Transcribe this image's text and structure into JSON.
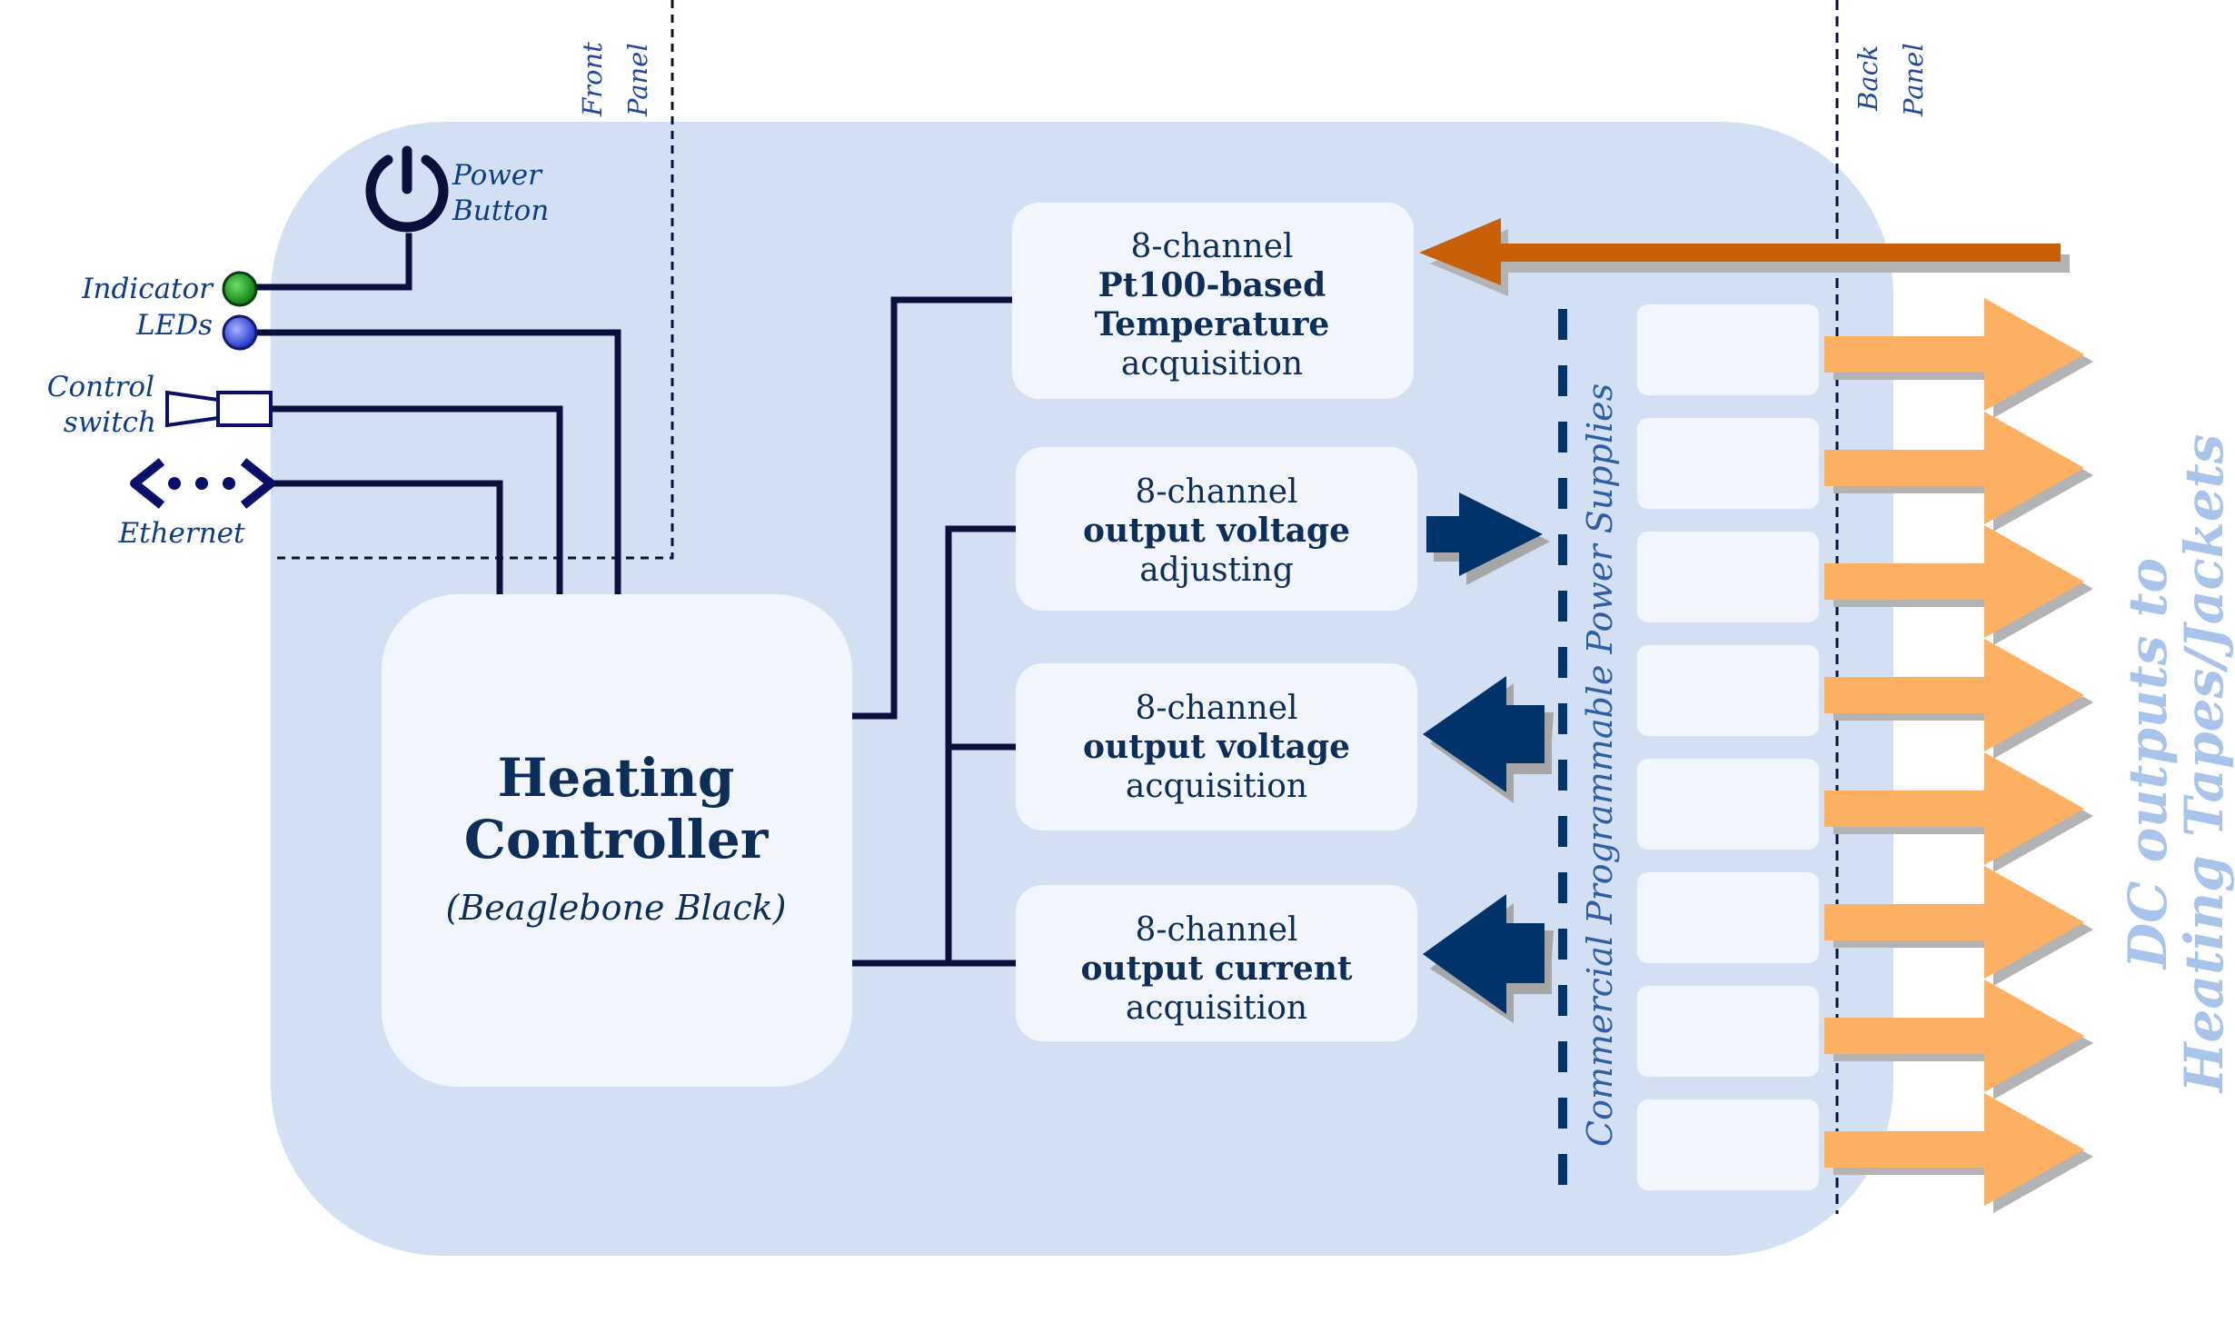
{
  "labels": {
    "front_panel": [
      "Front",
      "Panel"
    ],
    "back_panel": [
      "Back",
      "Panel"
    ],
    "power_button": [
      "Power",
      "Button"
    ],
    "indicator_leds": [
      "Indicator",
      "LEDs"
    ],
    "control_switch": [
      "Control",
      "switch"
    ],
    "ethernet": "Ethernet",
    "power_supplies": "Commercial Programmable Power Supplies",
    "dc_outputs": [
      "DC outputs to",
      "Heating Tapes/Jackets"
    ]
  },
  "controller": {
    "title_line1": "Heating",
    "title_line2": "Controller",
    "subtitle": "(Beaglebone Black)"
  },
  "modules": [
    {
      "line1": "8-channel",
      "line2": "Pt100-based",
      "line3": "Temperature",
      "line4": "acquisition"
    },
    {
      "line1": "8-channel",
      "line2": "output voltage",
      "line3": "adjusting"
    },
    {
      "line1": "8-channel",
      "line2": "output voltage",
      "line3": "acquisition"
    },
    {
      "line1": "8-channel",
      "line2": "output current",
      "line3": "acquisition"
    }
  ],
  "colors": {
    "enclosure": "#d3e0f3",
    "box": "#f2f6fc",
    "wire": "#0a0f3c",
    "dark_arrow": "#00346a",
    "temp_arrow": "#c8600a",
    "output_arrow": "#fdb061",
    "led_green": "#1a9a1a",
    "led_blue": "#5060ee",
    "dc_text": "#a9c4ea"
  },
  "icons": {
    "power": "power-icon",
    "ethernet": "ethernet-icon",
    "switch": "switch-icon"
  }
}
